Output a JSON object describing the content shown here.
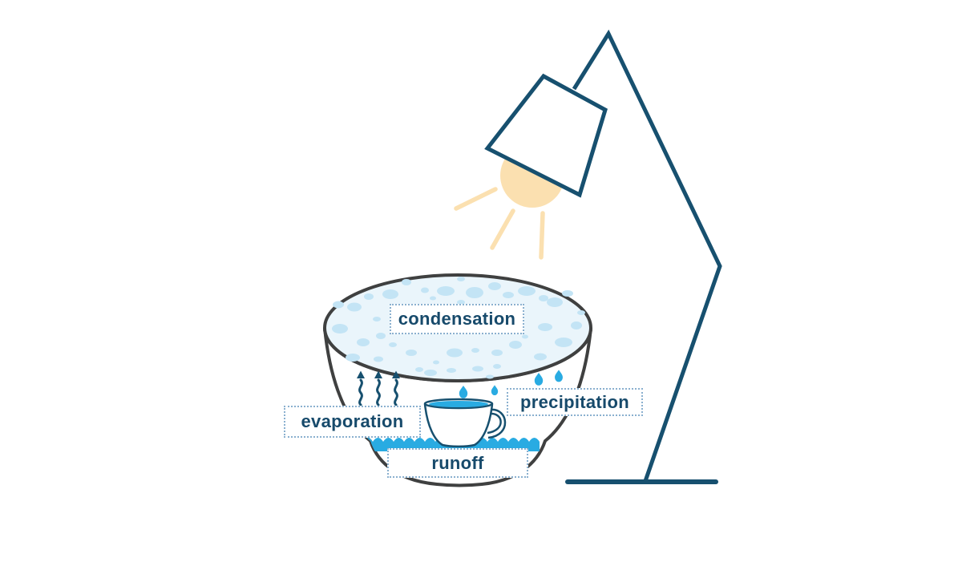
{
  "diagram": {
    "name": "water-cycle-lamp-and-bowl-experiment",
    "labels": {
      "condensation": "condensation",
      "evaporation": "evaporation",
      "precipitation": "precipitation",
      "runoff": "runoff"
    },
    "colors": {
      "navy": "#17506f",
      "label_text": "#174a6b",
      "label_border": "#8ab0cf",
      "cyan": "#29abe2",
      "peach": "#fbe0b0",
      "bowl_outline": "#3f4040",
      "bowl_fill": "#eaf5fb",
      "spot_blue": "#c3e4f5",
      "white": "#ffffff"
    },
    "scene": {
      "condensation_spots": [
        [
          422,
          380,
          7,
          4.5
        ],
        [
          442,
          383,
          9,
          5.5
        ],
        [
          424,
          410,
          10,
          6
        ],
        [
          453,
          427,
          8,
          5
        ],
        [
          440,
          446,
          9,
          5
        ],
        [
          460,
          370,
          6,
          4
        ],
        [
          475,
          419,
          6,
          4
        ],
        [
          472,
          448,
          6,
          3.5
        ],
        [
          487,
          367,
          10,
          6
        ],
        [
          507,
          352,
          6,
          4
        ],
        [
          530,
          362,
          5,
          3.5
        ],
        [
          556,
          363,
          11,
          6
        ],
        [
          540,
          372,
          4,
          2.5
        ],
        [
          575,
          377,
          5,
          3
        ],
        [
          592,
          365,
          11,
          7
        ],
        [
          617,
          357,
          8,
          5
        ],
        [
          634,
          368,
          7,
          4
        ],
        [
          657,
          363,
          11,
          6
        ],
        [
          678,
          372,
          6,
          4
        ],
        [
          692,
          377,
          10,
          6
        ],
        [
          708,
          366,
          7,
          4
        ],
        [
          725,
          390,
          5,
          3
        ],
        [
          719,
          406,
          7,
          5
        ],
        [
          680,
          408,
          9,
          5
        ],
        [
          703,
          427,
          11,
          6
        ],
        [
          674,
          445,
          8,
          4.5
        ],
        [
          655,
          420,
          4,
          2.5
        ],
        [
          643,
          430,
          8,
          5
        ],
        [
          620,
          440,
          7,
          4
        ],
        [
          593,
          437,
          5,
          3
        ],
        [
          567,
          440,
          10,
          5.5
        ],
        [
          544,
          452,
          4,
          2.5
        ],
        [
          537,
          465,
          8,
          4
        ],
        [
          563,
          462,
          6,
          3
        ],
        [
          596,
          460,
          7,
          3.5
        ],
        [
          620,
          457,
          5,
          3
        ],
        [
          513,
          440,
          7,
          4
        ],
        [
          490,
          430,
          5,
          3
        ],
        [
          500,
          410,
          4,
          2.5
        ],
        [
          470,
          398,
          5,
          3
        ],
        [
          523,
          461,
          5,
          3
        ],
        [
          611,
          470,
          5,
          2.5
        ],
        [
          575,
          348,
          5,
          3
        ]
      ],
      "rain_droplets": [
        [
          578,
          488,
          1.0
        ],
        [
          617,
          486,
          0.8
        ],
        [
          672,
          472,
          1.0
        ],
        [
          697,
          468,
          0.95
        ]
      ],
      "steam_arrows_x": [
        450,
        472,
        494
      ]
    }
  }
}
